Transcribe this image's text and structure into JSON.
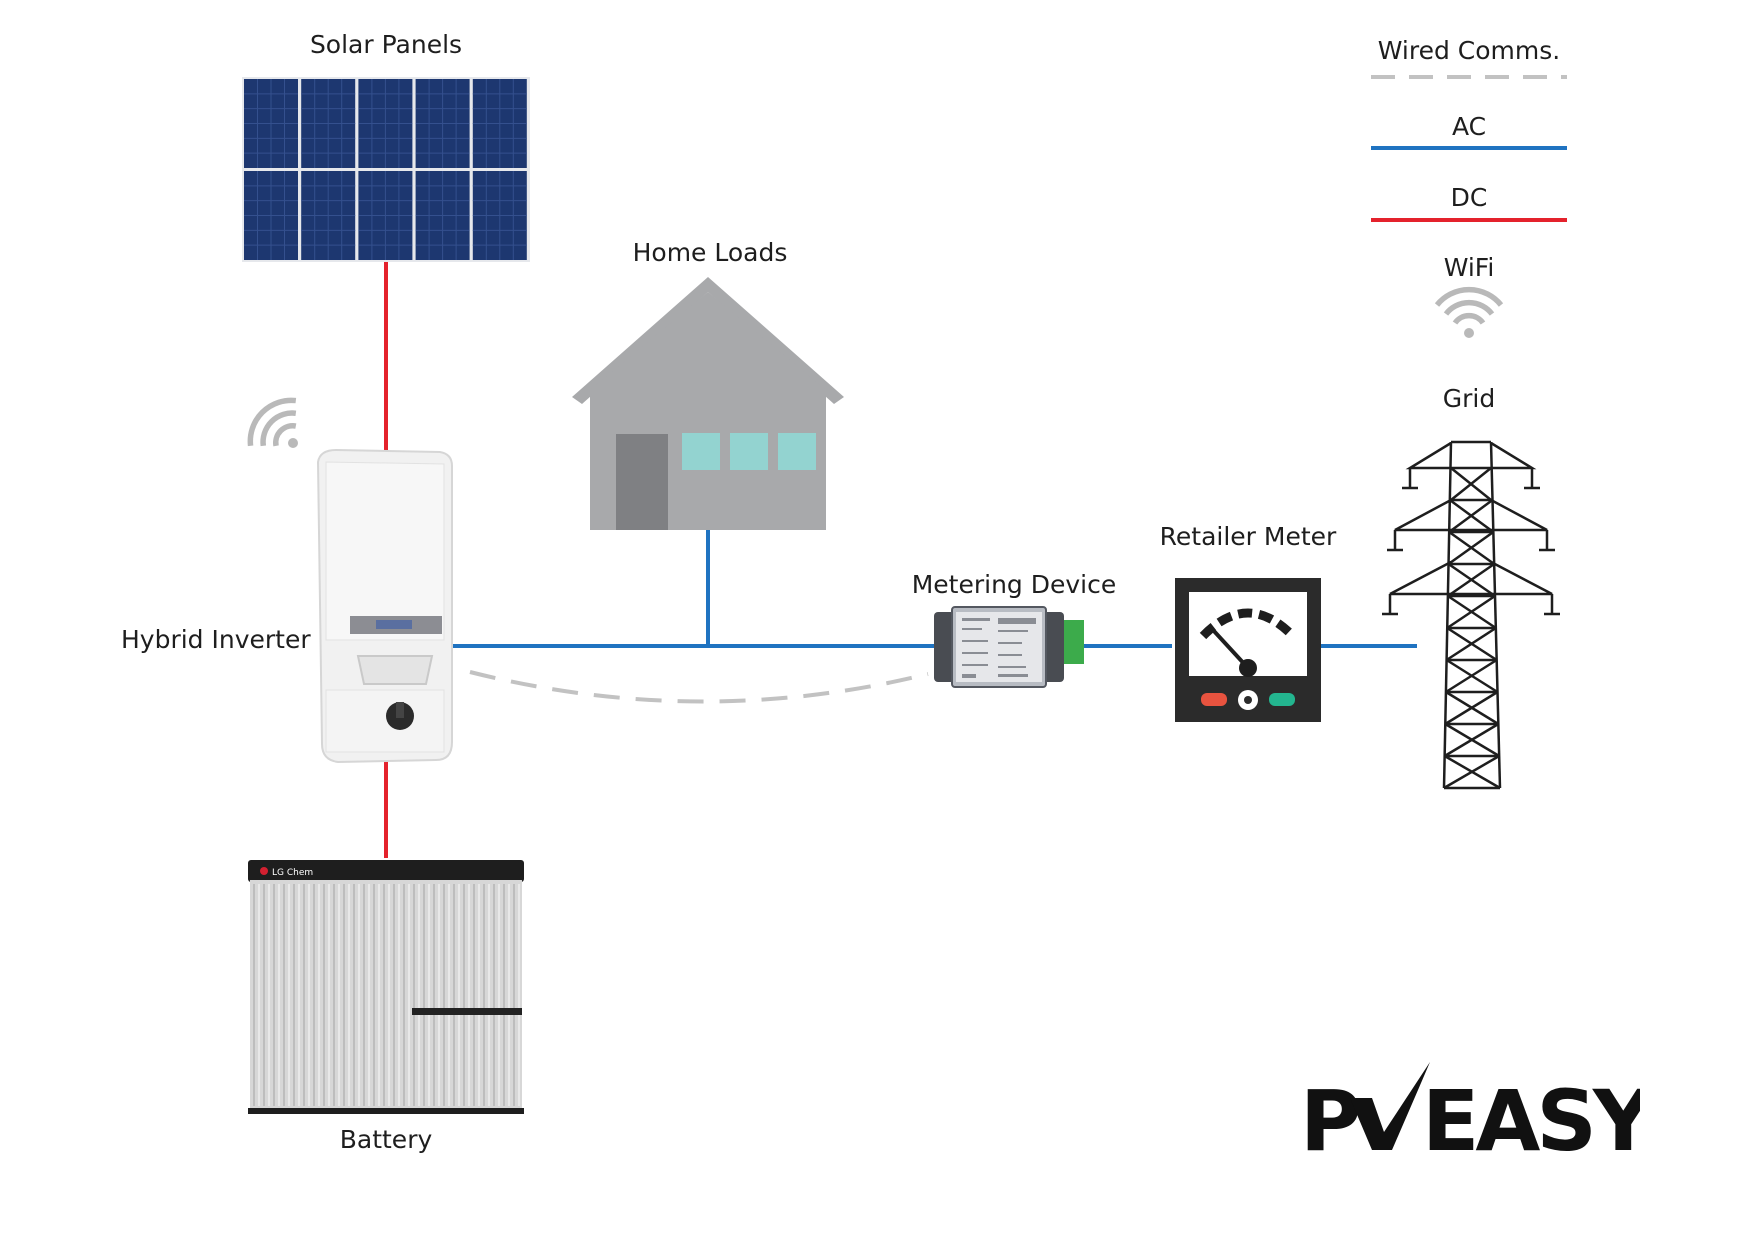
{
  "labels": {
    "solar_panels": "Solar Panels",
    "home_loads": "Home Loads",
    "hybrid_inverter": "Hybrid Inverter",
    "metering_device": "Metering Device",
    "retailer_meter": "Retailer Meter",
    "grid": "Grid",
    "battery": "Battery"
  },
  "legend": {
    "items": [
      {
        "label": "Wired Comms.",
        "style": "dashed",
        "color": "#c2c2c2"
      },
      {
        "label": "AC",
        "style": "solid",
        "color": "#1f73c1"
      },
      {
        "label": "DC",
        "style": "solid",
        "color": "#e4222c"
      },
      {
        "label": "WiFi",
        "style": "icon",
        "icon": "wifi-icon",
        "color": "#b9b9b9"
      }
    ]
  },
  "connections": [
    {
      "from": "Solar Panels",
      "to": "Hybrid Inverter",
      "type": "DC"
    },
    {
      "from": "Hybrid Inverter",
      "to": "Battery",
      "type": "DC"
    },
    {
      "from": "Hybrid Inverter",
      "to": "Metering Device",
      "type": "AC"
    },
    {
      "from": "Home Loads",
      "to": "AC bus",
      "type": "AC"
    },
    {
      "from": "Metering Device",
      "to": "Retailer Meter",
      "type": "AC"
    },
    {
      "from": "Retailer Meter",
      "to": "Grid",
      "type": "AC"
    },
    {
      "from": "Hybrid Inverter",
      "to": "Metering Device",
      "type": "Wired Comms."
    }
  ],
  "colors": {
    "ac": "#1f73c1",
    "dc": "#e4222c",
    "comms": "#c2c2c2",
    "house": "#a8a9ab",
    "house_roof": "#a8a9ab",
    "window": "#93d3d0",
    "door": "#7f8083",
    "panel": "#1d3770",
    "meter_body": "#2b2b2b",
    "meter_red": "#e8533f",
    "meter_green": "#23b58f"
  },
  "logo": {
    "text": "PVEASY.",
    "icon": "checkmark-icon"
  },
  "device_text": {
    "battery_brand": "LG Chem"
  }
}
